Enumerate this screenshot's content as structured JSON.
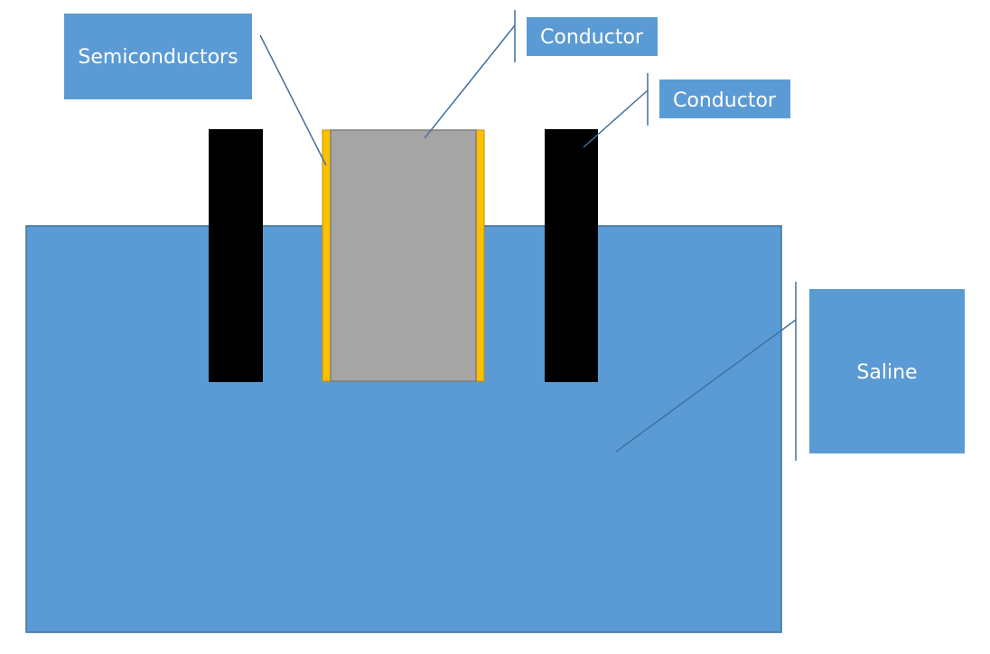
{
  "labels": {
    "semiconductors": "Semiconductors",
    "conductor_center": "Conductor",
    "conductor_right": "Conductor",
    "saline": "Saline"
  },
  "colors": {
    "saline": "#5B9BD5",
    "saline_border": "#41719C",
    "electrode": "#000000",
    "center_conductor": "#A5A5A5",
    "semiconductor_layer": "#FFC000",
    "label_box": "#5B9BD5",
    "leader_line": "#41719C"
  }
}
